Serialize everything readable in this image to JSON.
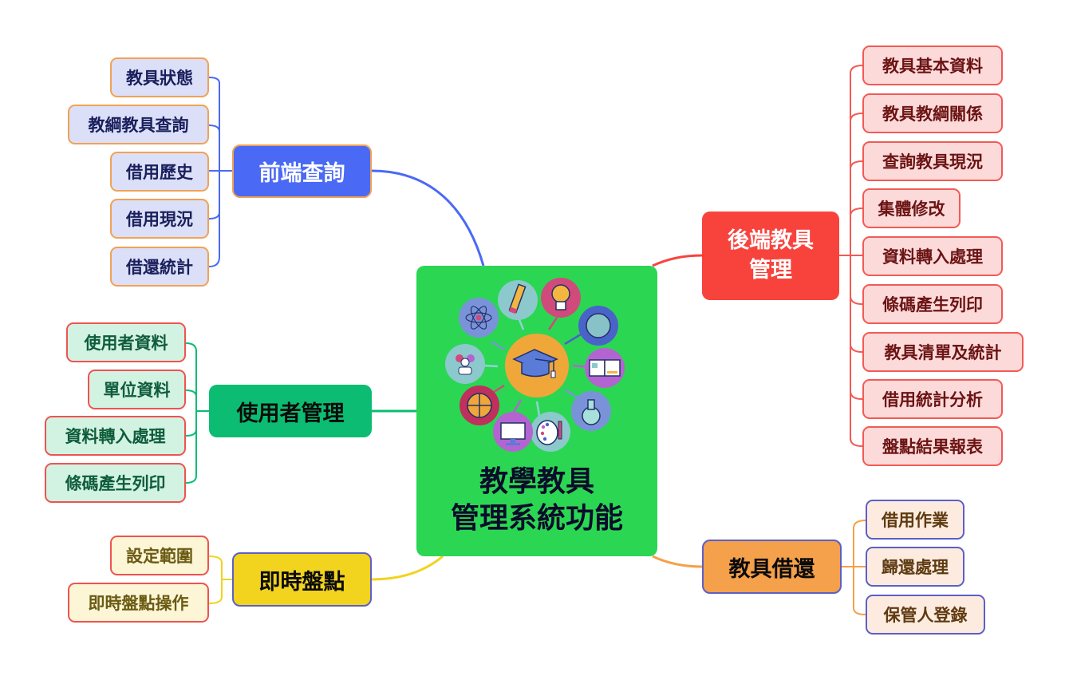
{
  "root": {
    "title_line1": "教學教具",
    "title_line2": "管理系統功能",
    "illustration_icons": [
      "graduation-cap-icon",
      "pencil-icon",
      "lightbulb-icon",
      "globe-icon",
      "book-icon",
      "flask-icon",
      "palette-icon",
      "monitor-icon",
      "basketball-icon",
      "users-icon",
      "atom-icon"
    ]
  },
  "branches": {
    "front_query": {
      "label": "前端查詢",
      "color": "#4a69f5",
      "children": [
        "教具狀態",
        "教綱教具查詢",
        "借用歷史",
        "借用現況",
        "借還統計"
      ]
    },
    "user_mgmt": {
      "label": "使用者管理",
      "color": "#0cbc72",
      "children": [
        "使用者資料",
        "單位資料",
        "資料轉入處理",
        "條碼產生列印"
      ]
    },
    "instant_inventory": {
      "label": "即時盤點",
      "color": "#f2d31e",
      "children": [
        "設定範圍",
        "即時盤點操作"
      ]
    },
    "backend_mgmt": {
      "label_line1": "後端教具",
      "label_line2": "管理",
      "color": "#f8433d",
      "children": [
        "教具基本資料",
        "教具教綱關係",
        "查詢教具現況",
        "集體修改",
        "資料轉入處理",
        "條碼產生列印",
        "教具清單及統計",
        "借用統計分析",
        "盤點結果報表"
      ]
    },
    "borrow_return": {
      "label": "教具借還",
      "color": "#f5a04a",
      "children": [
        "借用作業",
        "歸還處理",
        "保管人登錄"
      ]
    }
  }
}
